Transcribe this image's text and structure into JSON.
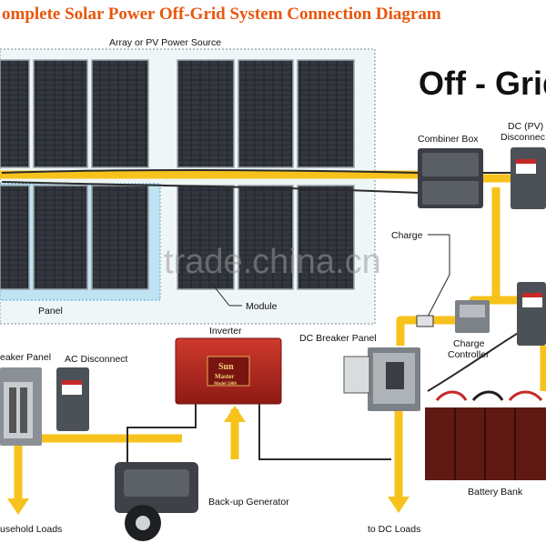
{
  "title": "omplete Solar Power Off-Grid System Connection Diagram",
  "heading": "Off - Grid",
  "watermark": "trade.china.cn",
  "labels": {
    "array": "Array or PV Power Source",
    "panel": "Panel",
    "module": "Module",
    "combiner": "Combiner Box",
    "dc_pv_1": "DC (PV)",
    "dc_pv_2": "Disconnec",
    "charge": "Charge",
    "charge_controller_1": "Charge",
    "charge_controller_2": "Controller",
    "inverter": "Inverter",
    "dc_breaker": "DC  Breaker Panel",
    "breaker_panel": "eaker Panel",
    "ac_disconnect": "AC Disconnect",
    "generator": "Back-up Generator",
    "battery_bank": "Battery Bank",
    "household": "usehold Loads",
    "dc_loads": "to DC Loads"
  },
  "inverter_brand_1": "Sun",
  "inverter_brand_2": "Master",
  "inverter_model": "Model 5000",
  "colors": {
    "title": "#e8560c",
    "wire": "#f7c21b",
    "panel": "#1f2228",
    "inverter": "#b8241f",
    "battery": "#5e1a12",
    "panel_highlight": "#bfe3f2"
  }
}
